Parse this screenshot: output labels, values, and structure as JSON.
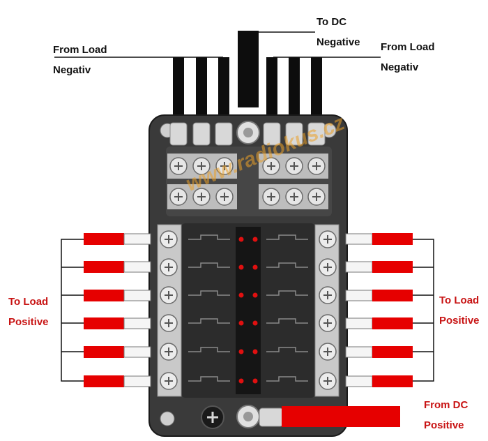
{
  "labels": {
    "from_load_negative_left": [
      "From Load",
      "Negativ"
    ],
    "to_dc_negative": [
      "To DC",
      "Negative"
    ],
    "from_load_negative_right": [
      "From Load",
      "Negativ"
    ],
    "to_load_positive_left": [
      "To Load",
      "Positive"
    ],
    "to_load_positive_right": [
      "To Load",
      "Positive"
    ],
    "from_dc_positive": [
      "From DC",
      "Positive"
    ]
  },
  "watermark": "www.radiokus.cz",
  "fuse_slots_per_side": 6,
  "colors": {
    "housing": "#3a3a3a",
    "terminal": "#c9c9c9",
    "led": "#e01010",
    "wire_black": "#0d0d0d",
    "wire_red": "#e60000",
    "label_red": "#c81414"
  }
}
